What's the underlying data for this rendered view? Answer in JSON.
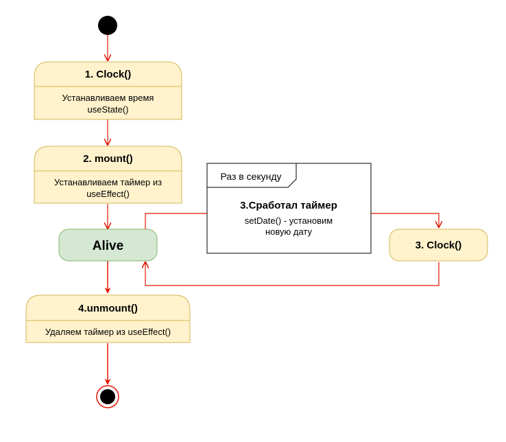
{
  "colors": {
    "state_fill": "#fff2cc",
    "state_stroke": "#d6b656",
    "alive_fill": "#d5e8d4",
    "alive_stroke": "#82b366",
    "arrow": "#e51400"
  },
  "states": {
    "clock1": {
      "title": "1. Clock()",
      "line1": "Устанавливаем время",
      "line2": "useState()"
    },
    "mount": {
      "title": "2. mount()",
      "line1": "Устанавливаем таймер из",
      "line2": "useEffect()"
    },
    "alive": {
      "title": "Alive"
    },
    "clock3": {
      "title": "3. Clock()"
    },
    "unmount": {
      "title": "4.unmount()",
      "line1": "Удаляем таймер из useEffect()"
    }
  },
  "note": {
    "tab_label": "Раз в секунду",
    "title": "3.Сработал таймер",
    "line1": "setDate() - установим",
    "line2": "новую дату"
  }
}
